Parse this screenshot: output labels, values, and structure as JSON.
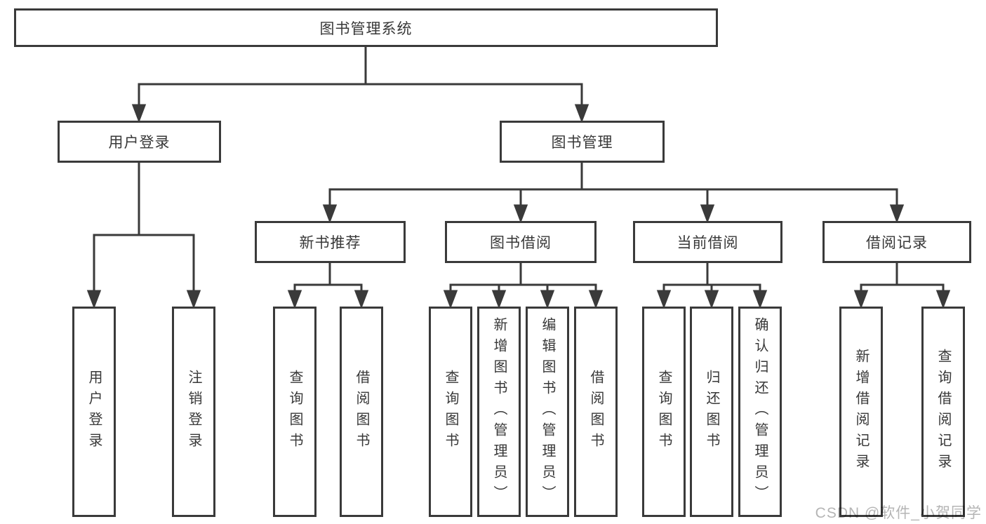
{
  "diagram": {
    "root": {
      "label": "图书管理系统"
    },
    "branches": [
      {
        "label": "用户登录",
        "children": [
          {
            "label": "用户登录"
          },
          {
            "label": "注销登录"
          }
        ]
      },
      {
        "label": "图书管理",
        "children": [
          {
            "label": "新书推荐",
            "children": [
              {
                "label": "查询图书"
              },
              {
                "label": "借阅图书"
              }
            ]
          },
          {
            "label": "图书借阅",
            "children": [
              {
                "label": "查询图书"
              },
              {
                "label": "新增图书（管理员）"
              },
              {
                "label": "编辑图书（管理员）"
              },
              {
                "label": "借阅图书"
              }
            ]
          },
          {
            "label": "当前借阅",
            "children": [
              {
                "label": "查询图书"
              },
              {
                "label": "归还图书"
              },
              {
                "label": "确认归还（管理员）"
              }
            ]
          },
          {
            "label": "借阅记录",
            "children": [
              {
                "label": "新增借阅记录"
              },
              {
                "label": "查询借阅记录"
              }
            ]
          }
        ]
      }
    ]
  },
  "watermark": "CSDN @软件_小贺同学",
  "colors": {
    "line": "#3a3a3a",
    "box_border": "#3a3a3a",
    "text": "#383838",
    "watermark": "#b5b5b5",
    "background": "#ffffff"
  }
}
